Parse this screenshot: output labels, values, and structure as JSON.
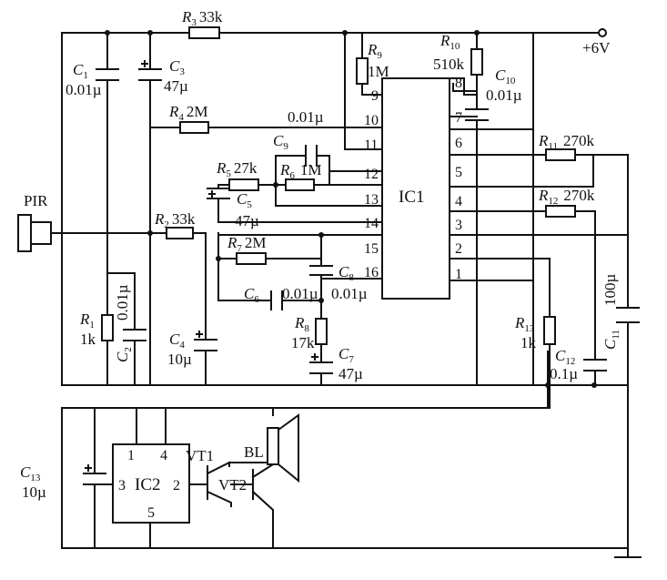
{
  "supply": "+6V",
  "sensor": "PIR",
  "ic1": {
    "name": "IC1",
    "pins": [
      "1",
      "2",
      "3",
      "4",
      "5",
      "6",
      "7",
      "8",
      "9",
      "10",
      "11",
      "12",
      "13",
      "14",
      "15",
      "16"
    ]
  },
  "ic2": {
    "name": "IC2",
    "pins": [
      "1",
      "4",
      "3",
      "2",
      "5"
    ]
  },
  "transistors": [
    "VT1",
    "VT2"
  ],
  "speaker": "BL",
  "loose_labels": [
    "0.01µ",
    "0.01µ",
    "0.01µ"
  ],
  "components": {
    "R1": {
      "ref": "R",
      "sub": "1",
      "value": "1k"
    },
    "R2": {
      "ref": "R",
      "sub": "2",
      "value": "33k"
    },
    "R3": {
      "ref": "R",
      "sub": "3",
      "value": "33k"
    },
    "R4": {
      "ref": "R",
      "sub": "4",
      "value": "2M"
    },
    "R5": {
      "ref": "R",
      "sub": "5",
      "value": "27k"
    },
    "R6": {
      "ref": "R",
      "sub": "6",
      "value": "1M"
    },
    "R7": {
      "ref": "R",
      "sub": "7",
      "value": "2M"
    },
    "R8": {
      "ref": "R",
      "sub": "8",
      "value": "17k"
    },
    "R9": {
      "ref": "R",
      "sub": "9",
      "value": "1M"
    },
    "R10": {
      "ref": "R",
      "sub": "10",
      "value": "510k"
    },
    "R11": {
      "ref": "R",
      "sub": "11",
      "value": "270k"
    },
    "R12": {
      "ref": "R",
      "sub": "12",
      "value": "270k"
    },
    "R13": {
      "ref": "R",
      "sub": "13",
      "value": "1k"
    },
    "C1": {
      "ref": "C",
      "sub": "1",
      "value": "0.01µ"
    },
    "C2": {
      "ref": "C",
      "sub": "2",
      "value": "0.01µ"
    },
    "C3": {
      "ref": "C",
      "sub": "3",
      "value": "47µ"
    },
    "C4": {
      "ref": "C",
      "sub": "4",
      "value": "10µ"
    },
    "C5": {
      "ref": "C",
      "sub": "5",
      "value": "47µ"
    },
    "C6": {
      "ref": "C",
      "sub": "6",
      "value": ""
    },
    "C7": {
      "ref": "C",
      "sub": "7",
      "value": "47µ"
    },
    "C8": {
      "ref": "C",
      "sub": "8",
      "value": ""
    },
    "C9": {
      "ref": "C",
      "sub": "9",
      "value": ""
    },
    "C10": {
      "ref": "C",
      "sub": "10",
      "value": "0.01µ"
    },
    "C11": {
      "ref": "C",
      "sub": "11",
      "value": "100µ"
    },
    "C12": {
      "ref": "C",
      "sub": "12",
      "value": "0.1µ"
    },
    "C13": {
      "ref": "C",
      "sub": "13",
      "value": "10µ"
    }
  }
}
